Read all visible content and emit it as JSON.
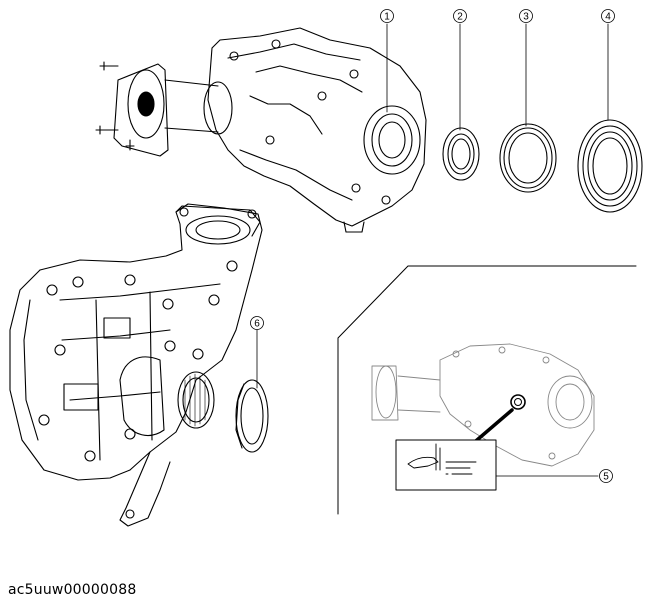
{
  "diagram": {
    "callouts": [
      {
        "id": 1,
        "label": "①"
      },
      {
        "id": 2,
        "label": "②"
      },
      {
        "id": 3,
        "label": "③"
      },
      {
        "id": 4,
        "label": "④"
      },
      {
        "id": 5,
        "label": "⑤"
      },
      {
        "id": 6,
        "label": "⑥"
      }
    ]
  },
  "figure_code": "ac5uuw00000088"
}
